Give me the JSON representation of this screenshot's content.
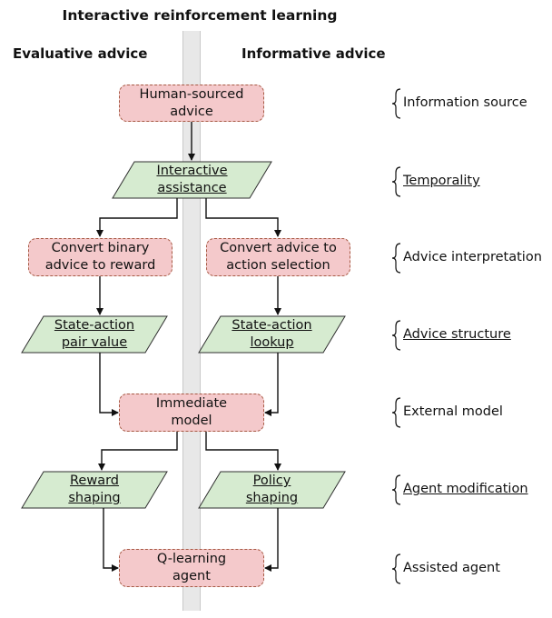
{
  "title": "Interactive reinforcement learning",
  "columns": {
    "evaluative": "Evaluative advice",
    "informative": "Informative advice"
  },
  "nodes": {
    "human_sourced": "Human-sourced advice",
    "interactive_assistance": "Interactive assistance",
    "convert_binary": "Convert binary advice to reward",
    "convert_advice": "Convert advice to action selection",
    "state_action_pair": "State-action pair value",
    "state_action_lookup": "State-action lookup",
    "immediate_model": "Immediate model",
    "reward_shaping": "Reward shaping",
    "policy_shaping": "Policy shaping",
    "q_learning": "Q-learning agent"
  },
  "labels": {
    "information_source": "Information source",
    "temporality": "Temporality",
    "advice_interpretation": "Advice interpretation",
    "advice_structure": "Advice structure",
    "external_model": "External model",
    "agent_modification": "Agent modification",
    "assisted_agent": "Assisted agent"
  },
  "colors": {
    "process_fill": "#f4c9cb",
    "process_border": "#a65a44",
    "data_fill": "#d6ebd0",
    "data_border": "#2f2f2f",
    "bar": "#e8e8e8"
  }
}
